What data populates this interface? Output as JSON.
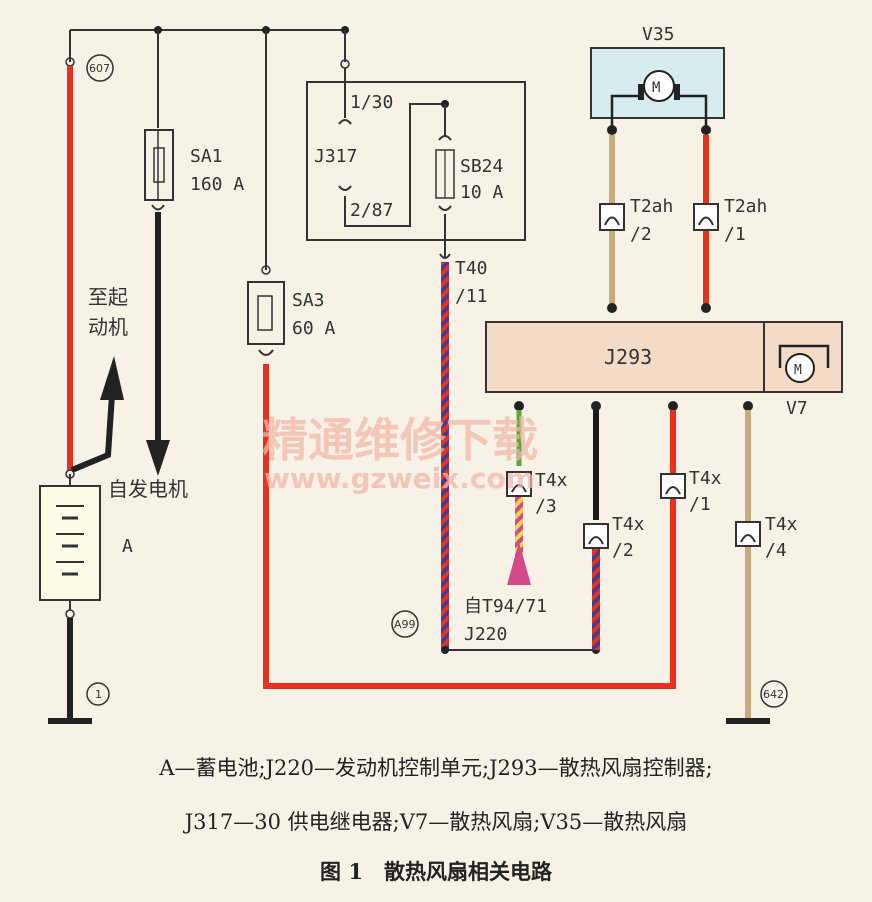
{
  "components": {
    "v35": "V35",
    "v7": "V7",
    "j293": "J293",
    "j317": "J317",
    "j317_pin30": "1/30",
    "j317_pin87": "2/87",
    "sa1_name": "SA1",
    "sa1_rating": "160 A",
    "sa3_name": "SA3",
    "sa3_rating": "60 A",
    "sb24_name": "SB24",
    "sb24_rating": "10 A",
    "battery": "A",
    "motor_symbol": "M"
  },
  "connectors": {
    "t2ah_left": "T2ah",
    "t2ah_left_pin": "/2",
    "t2ah_right": "T2ah",
    "t2ah_right_pin": "/1",
    "t40": "T40",
    "t40_pin": "/11",
    "t4x3": "T4x",
    "t4x3_pin": "/3",
    "t4x2": "T4x",
    "t4x2_pin": "/2",
    "t4x1": "T4x",
    "t4x1_pin": "/1",
    "t4x4": "T4x",
    "t4x4_pin": "/4"
  },
  "grounds": {
    "g607": "607",
    "g1": "1",
    "g642": "642",
    "a99": "A99"
  },
  "texts": {
    "to_starter_1": "至起",
    "to_starter_2": "动机",
    "from_generator": "自发电机",
    "from_t94_1": "自T94/71",
    "from_t94_2": "J220"
  },
  "watermark": {
    "line1": "精通维修下载",
    "line2": "www.gzweix.com"
  },
  "caption": {
    "legend_line1": "A—蓄电池;J220—发动机控制单元;J293—散热风扇控制器;",
    "legend_line2": "J317—30 供电继电器;V7—散热风扇;V35—散热风扇",
    "figure_title": "图 1　散热风扇相关电路"
  },
  "colors": {
    "background": "#f7f1e6",
    "red_wire": "#e8321e",
    "tan_wire": "#c9a97a",
    "purple_stripe": "#4a3a8c",
    "black_wire": "#1a1a1a",
    "box_fill": "#f3dbc8",
    "v35_fill": "#d7ecee"
  }
}
